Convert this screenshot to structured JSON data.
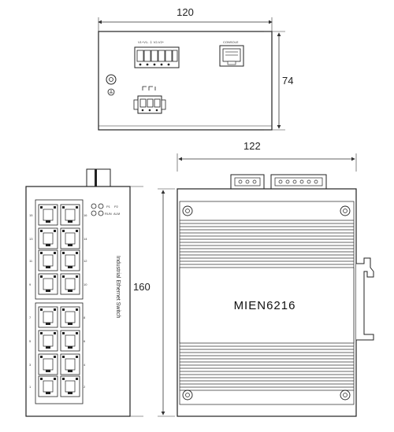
{
  "dimensions": {
    "top_width": "120",
    "top_depth": "74",
    "front_width": "122",
    "height": "160"
  },
  "top_view": {
    "power_label": "V1+V1- ⏚ V2-V2+",
    "console_label": "CONSOLE"
  },
  "front_view": {
    "product_text": "Industrial Ethernet Switch",
    "led_labels": [
      "P1",
      "P2",
      "RUN",
      "ALM"
    ],
    "port_numbers_left": [
      "15",
      "13",
      "11",
      "9",
      "7",
      "5",
      "3",
      "1"
    ],
    "port_numbers_right": [
      "16",
      "14",
      "12",
      "10",
      "8",
      "6",
      "4",
      "2"
    ]
  },
  "side_view": {
    "model": "MIEN6216"
  }
}
